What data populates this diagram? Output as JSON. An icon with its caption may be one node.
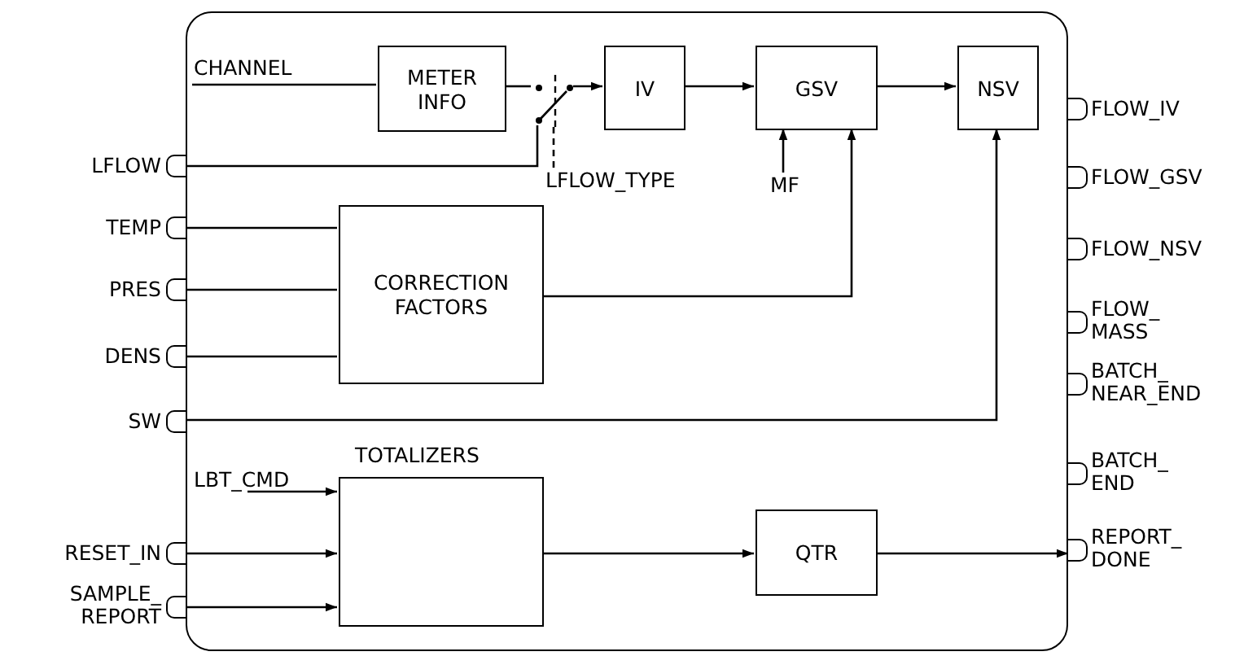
{
  "diagram": {
    "nodes": [
      {
        "text": [],
        "shape": "box"
      },
      {
        "text": [
          "CHANNEL"
        ],
        "in": 0
      },
      {
        "text": [
          "METER INFO"
        ],
        "in": 0
      },
      {
        "text": [],
        "shape": "switch",
        "in": 0
      },
      {
        "text": [
          "IV"
        ],
        "in": 0
      },
      {
        "text": [
          "GSV"
        ],
        "in": 0
      },
      {
        "text": [
          "NSV"
        ],
        "in": 0
      },
      {
        "text": [
          "FLOW_IV"
        ]
      },
      {
        "text": [
          "LFLOW"
        ]
      },
      {
        "text": [
          "LFLOW_TYPE"
        ],
        "in": 0
      },
      {
        "text": [
          "MF"
        ],
        "in": 0
      },
      {
        "text": [
          "FLOW_GSV"
        ]
      },
      {
        "text": [
          "TEMP"
        ]
      },
      {
        "text": [
          "CORRECTION FACTORS"
        ],
        "in": 0
      },
      {
        "text": [
          "PRES"
        ]
      },
      {
        "text": [
          "FLOW_NSV"
        ]
      },
      {
        "text": [
          "DENS"
        ]
      },
      {
        "text": [
          "FLOW_ MASS"
        ]
      },
      {
        "text": [
          "SW"
        ]
      },
      {
        "text": [
          "BATCH_ NEAR_END"
        ]
      },
      {
        "text": [
          "TOTALIZERS"
        ],
        "in": 0
      },
      {
        "text": [
          "LBT_CMD"
        ],
        "in": 0
      },
      {
        "text": [
          "BATCH_ END"
        ]
      },
      {
        "text": [
          "RESET_IN"
        ]
      },
      {
        "text": [
          "QTR"
        ],
        "in": 0
      },
      {
        "text": [
          "REPORT_ DONE"
        ]
      },
      {
        "text": [
          "SAMPLE_ REPORT"
        ]
      }
    ],
    "edges": [
      {
        "from": 1,
        "to": 2,
        "arrow": "none"
      },
      {
        "from": 2,
        "to": 3,
        "arrow": "none"
      },
      {
        "from": 8,
        "to": 3,
        "arrow": "none"
      },
      {
        "from": 3,
        "to": 4,
        "arrow": "to"
      },
      {
        "from": 9,
        "to": 3,
        "arrow": "none",
        "style": "dashed"
      },
      {
        "from": 4,
        "to": 5,
        "arrow": "to"
      },
      {
        "from": 10,
        "to": 5,
        "arrow": "to"
      },
      {
        "from": 5,
        "to": 6,
        "arrow": "to"
      },
      {
        "from": 12,
        "to": 13,
        "arrow": "none"
      },
      {
        "from": 14,
        "to": 13,
        "arrow": "none"
      },
      {
        "from": 16,
        "to": 13,
        "arrow": "none"
      },
      {
        "from": 13,
        "to": 5,
        "arrow": "to"
      },
      {
        "from": 18,
        "to": 6,
        "arrow": "to"
      },
      {
        "from": 21,
        "to": 20,
        "arrow": "to"
      },
      {
        "from": 23,
        "to": 20,
        "arrow": "to"
      },
      {
        "from": 26,
        "to": 20,
        "arrow": "to"
      },
      {
        "from": 20,
        "to": 24,
        "arrow": "to"
      },
      {
        "from": 24,
        "to": 25,
        "arrow": "to"
      }
    ]
  }
}
